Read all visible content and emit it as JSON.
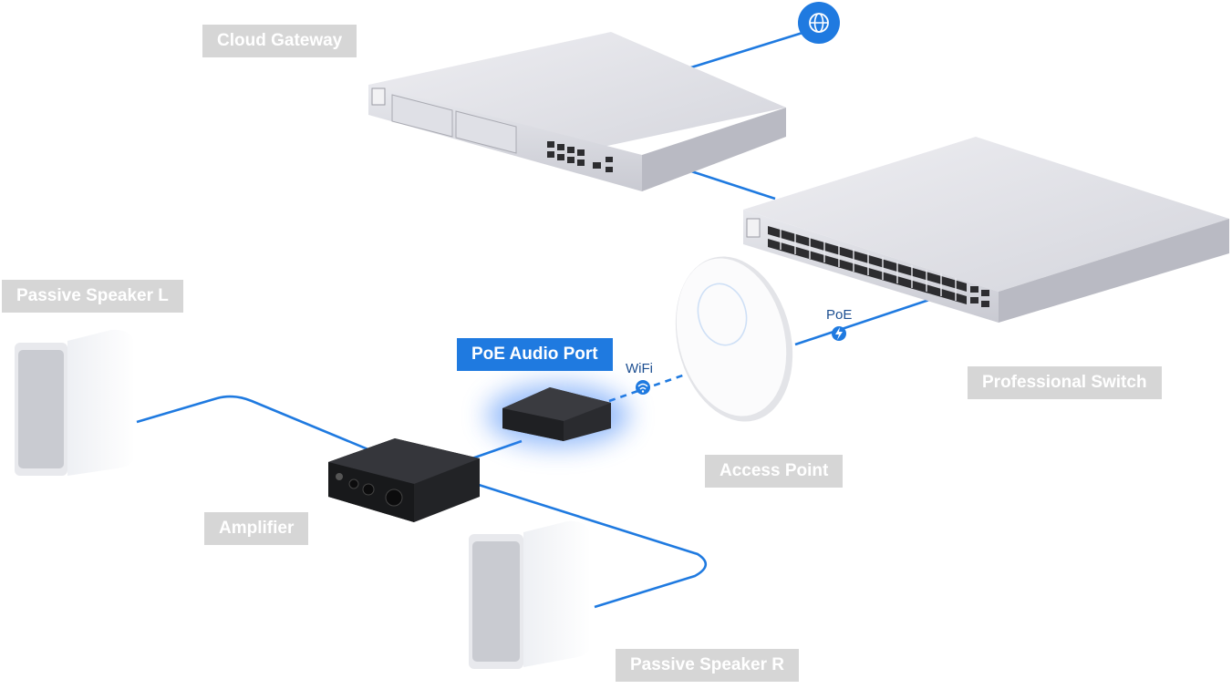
{
  "labels": {
    "cloud_gateway": "Cloud Gateway",
    "professional_switch": "Professional Switch",
    "access_point": "Access Point",
    "poe_audio_port": "PoE Audio Port",
    "amplifier": "Amplifier",
    "speaker_left": "Passive Speaker L",
    "speaker_right": "Passive Speaker R"
  },
  "link_labels": {
    "wifi": "WiFi",
    "poe": "PoE"
  },
  "icons": {
    "internet": "globe-icon",
    "wifi": "wifi-icon",
    "poe": "lightning-icon"
  },
  "colors": {
    "link": "#1f7ae0",
    "label_bg": "#d6d6d6",
    "highlight": "#1f7ae0",
    "device_glow": "#3b82f6"
  }
}
